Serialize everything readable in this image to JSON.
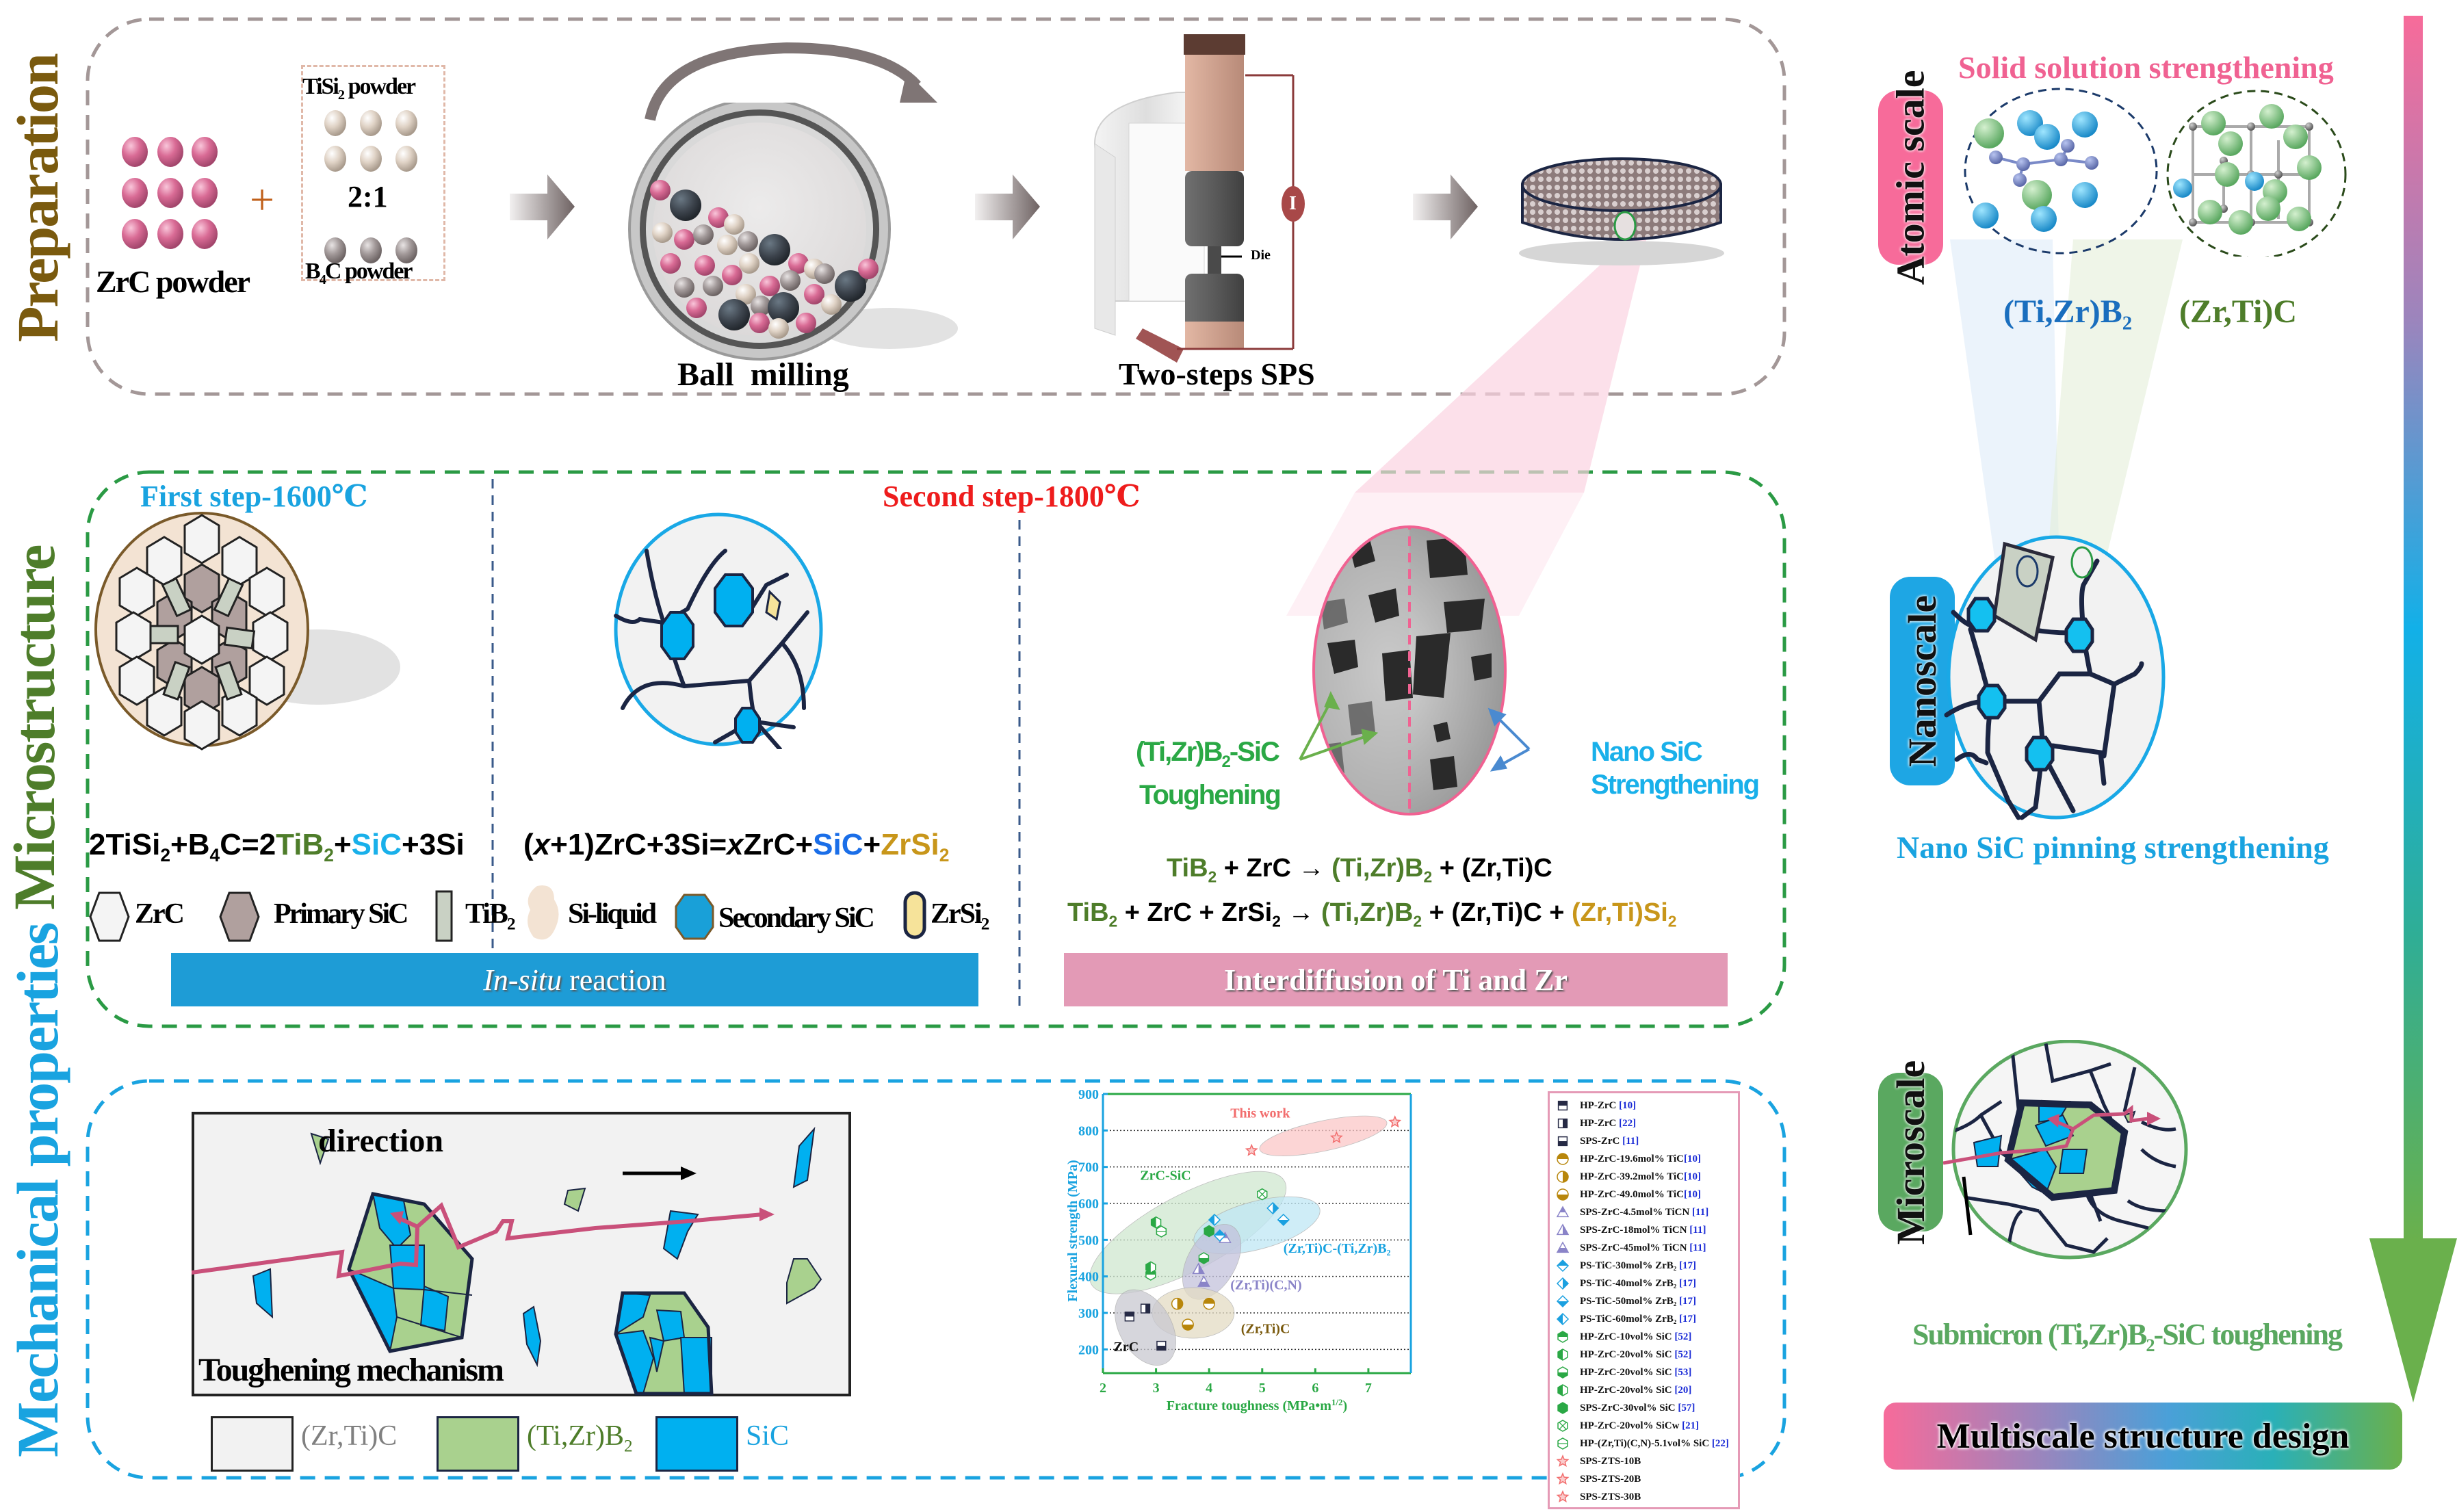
{
  "sections": {
    "preparation": "Preparation",
    "microstructure": "Microstructure",
    "mechanical": "Mechanical properties"
  },
  "colors": {
    "preparation_label": "#7a5a0e",
    "microstructure_label": "#4e7d2a",
    "mechanical_label": "#19a3e0",
    "pink": "#f06292",
    "cyan": "#1ab0e8",
    "green": "#4caf50",
    "sic_blue": "#00b0f0",
    "tib2_gray": "#c9d1c4",
    "zrc_white": "#f4f4f4",
    "primary_sic": "#b0a09e",
    "boride_green": "#a9d18e"
  },
  "preparation": {
    "zrc_label": "ZrC powder",
    "plus": "+",
    "tisi2_label": "TiSi",
    "tisi2_sub": "2",
    "tisi2_suffix": " powder",
    "ratio": "2:1",
    "b4c_label": "B",
    "b4c_sub": "4",
    "b4c_suffix": "C powder",
    "ball_milling": "Ball  milling",
    "die_label": "Die",
    "current_symbol": "I",
    "sps_label": "Two-steps SPS"
  },
  "microstructure": {
    "first_step": "First step-1600℃",
    "second_step": "Second step-1800℃",
    "eq1": {
      "a": "2TiSi",
      "a_sub": "2",
      "b": "+B",
      "b_sub": "4",
      "c": "C=2",
      "tib2": "TiB",
      "tib2_sub": "2",
      "plus1": "+",
      "sic": "SiC",
      "rest": "+3Si"
    },
    "eq2": {
      "a": "(",
      "x": "x",
      "b": "+1)ZrC+3Si=",
      "x2": "x",
      "c": "ZrC+",
      "sic": "SiC",
      "plus": "+",
      "zrsi2": "ZrSi",
      "zrsi2_sub": "2"
    },
    "legend": [
      {
        "icon": "hexagon-white-icon",
        "label": "ZrC"
      },
      {
        "icon": "hexagon-brown-icon",
        "label": "Primary SiC"
      },
      {
        "icon": "rectangle-gray-icon",
        "label": "TiB",
        "sub": "2"
      },
      {
        "icon": "blob-beige-icon",
        "label": "Si-liquid"
      },
      {
        "icon": "octagon-blue-icon",
        "label": "Secondary SiC"
      },
      {
        "icon": "capsule-yellow-icon",
        "label": "ZrSi",
        "sub": "2"
      }
    ],
    "in_situ_italic": "In-situ",
    "in_situ_rest": " reaction",
    "interdiffusion": "Interdiffusion of Ti and Zr",
    "sem_left_label_1": "(Ti,Zr)B",
    "sem_left_label_sub": "2",
    "sem_left_label_2": "-SiC",
    "sem_left_label_3": "Toughening",
    "sem_right_label_1": "Nano SiC",
    "sem_right_label_2": "Strengthening",
    "eq3": {
      "tib2": "TiB",
      "tib2_sub": "2",
      "mid": " + ZrC → ",
      "p1": "(Ti,Zr)B",
      "p1_sub": "2",
      "p2": " + (Zr,Ti)C"
    },
    "eq4": {
      "tib2": "TiB",
      "tib2_sub": "2",
      "mid": " + ZrC + ZrSi",
      "mid_sub": "2",
      "arrow": " → ",
      "p1": "(Ti,Zr)B",
      "p1_sub": "2",
      "p2": " + (Zr,Ti)C + ",
      "p3": "(Zr,Ti)Si",
      "p3_sub": "2"
    }
  },
  "mechanical": {
    "direction": "direction",
    "toughening_mechanism": "Toughening mechanism",
    "legend": [
      {
        "label": "(Zr,Ti)C",
        "color": "#808080"
      },
      {
        "label": "(Ti,Zr)B",
        "sub": "2",
        "color": "#4e7d2a"
      },
      {
        "label": "SiC",
        "color": "#19a3e0"
      }
    ]
  },
  "right_panel": {
    "solid_solution": "Solid solution strengthening",
    "atomic_scale": "Atomic scale",
    "tizrb2": "(Ti,Zr)B",
    "tizrb2_sub": "2",
    "zrtic": "(Zr,Ti)C",
    "nanoscale": "Nanoscale",
    "nano_pinning": "Nano SiC pinning strengthening",
    "microscale": "Microscale",
    "submicron_1": "Submicron (Ti,Zr)B",
    "submicron_sub": "2",
    "submicron_2": "-SiC toughening",
    "multiscale": "Multiscale structure design"
  },
  "chart_data": {
    "type": "scatter",
    "title": "",
    "xlabel": "Fracture toughness (MPa•m^1/2)",
    "xlabel_main": "Fracture toughness (MPa•m",
    "xlabel_sup": "1/2",
    "xlabel_close": ")",
    "ylabel": "Flexural strength (MPa)",
    "xlim": [
      2,
      7.8
    ],
    "ylim": [
      150,
      900
    ],
    "xticks": [
      2,
      3,
      4,
      5,
      6,
      7
    ],
    "yticks": [
      200,
      300,
      400,
      500,
      600,
      700,
      800,
      900
    ],
    "grid": "horizontal dotted",
    "legend_position": "right-outside",
    "groups": [
      {
        "name": "This work",
        "color": "#f26d6d",
        "center": [
          6.15,
          785
        ]
      },
      {
        "name": "ZrC-SiC",
        "color": "#2aa845",
        "center": [
          3.6,
          520
        ]
      },
      {
        "name": "(Zr,Ti)C-(Ti,Zr)B2",
        "color": "#1ab0e8",
        "center": [
          4.9,
          540
        ]
      },
      {
        "name": "(Zr,Ti)(C,N)",
        "color": "#8a84c8",
        "center": [
          4.05,
          440
        ]
      },
      {
        "name": "(Zr,Ti)C",
        "color": "#9a7a1e",
        "center": [
          3.7,
          300
        ]
      },
      {
        "name": "ZrC",
        "color": "#111111",
        "center": [
          2.8,
          260
        ]
      }
    ],
    "series": [
      {
        "name": "HP-ZrC",
        "ref": "[10]",
        "marker": "square-top",
        "color": "#262a45",
        "x": 2.5,
        "y": 290
      },
      {
        "name": "HP-ZrC",
        "ref": "[22]",
        "marker": "square-right",
        "color": "#262a45",
        "x": 2.8,
        "y": 312
      },
      {
        "name": "SPS-ZrC",
        "ref": "[11]",
        "marker": "square-bottom",
        "color": "#262a45",
        "x": 3.1,
        "y": 210
      },
      {
        "name": "HP-ZrC-19.6mol% TiC",
        "ref": "[10]",
        "marker": "circle-top",
        "color": "#b8860b",
        "x": 4.0,
        "y": 325
      },
      {
        "name": "HP-ZrC-39.2mol% TiC",
        "ref": "[10]",
        "marker": "circle-right",
        "color": "#b8860b",
        "x": 3.4,
        "y": 325
      },
      {
        "name": "HP-ZrC-49.0mol% TiC",
        "ref": "[10]",
        "marker": "circle-bottom",
        "color": "#b8860b",
        "x": 3.6,
        "y": 268
      },
      {
        "name": "SPS-ZrC-4.5mol% TiCN",
        "ref": "[11]",
        "marker": "triangle-top",
        "color": "#8a84c8",
        "x": 4.3,
        "y": 505
      },
      {
        "name": "SPS-ZrC-18mol% TiCN",
        "ref": "[11]",
        "marker": "triangle-right",
        "color": "#8a84c8",
        "x": 3.8,
        "y": 420
      },
      {
        "name": "SPS-ZrC-45mol% TiCN",
        "ref": "[11]",
        "marker": "triangle-bottom",
        "color": "#8a84c8",
        "x": 3.9,
        "y": 385
      },
      {
        "name": "PS-TiC-30mol% ZrB2",
        "ref": "[17]",
        "marker": "diamond-top",
        "color": "#1aa0e0",
        "x": 4.2,
        "y": 512
      },
      {
        "name": "PS-TiC-40mol% ZrB2",
        "ref": "[17]",
        "marker": "diamond-right",
        "color": "#1aa0e0",
        "x": 5.2,
        "y": 587
      },
      {
        "name": "PS-TiC-50mol% ZrB2",
        "ref": "[17]",
        "marker": "diamond-bottom",
        "color": "#1aa0e0",
        "x": 5.4,
        "y": 555
      },
      {
        "name": "PS-TiC-60mol% ZrB2",
        "ref": "[17]",
        "marker": "diamond-left",
        "color": "#1aa0e0",
        "x": 4.1,
        "y": 555
      },
      {
        "name": "HP-ZrC-10vol% SiC",
        "ref": "[52]",
        "marker": "hexagon-top",
        "color": "#2aa845",
        "x": 2.9,
        "y": 405
      },
      {
        "name": "HP-ZrC-20vol% SiC",
        "ref": "[52]",
        "marker": "hexagon-left",
        "color": "#2aa845",
        "x": 3.0,
        "y": 548
      },
      {
        "name": "HP-ZrC-20vol% SiC",
        "ref": "[53]",
        "marker": "hexagon-bottom",
        "color": "#2aa845",
        "x": 3.9,
        "y": 450
      },
      {
        "name": "HP-ZrC-20vol% SiC",
        "ref": "[20]",
        "marker": "hexagon-left",
        "color": "#2aa845",
        "x": 2.9,
        "y": 425
      },
      {
        "name": "SPS-ZrC-30vol% SiC",
        "ref": "[57]",
        "marker": "hexagon-full",
        "color": "#2aa845",
        "x": 4.0,
        "y": 524
      },
      {
        "name": "HP-ZrC-20vol% SiCw",
        "ref": "[21]",
        "marker": "hexagon-cross",
        "color": "#2aa845",
        "x": 5.0,
        "y": 625
      },
      {
        "name": "HP-(Zr,Ti)(C,N)-5.1vol% SiC",
        "ref": "[22]",
        "marker": "hexagon-line",
        "color": "#2aa845",
        "x": 3.1,
        "y": 523
      },
      {
        "name": "SPS-ZTS-10B",
        "ref": "",
        "marker": "star",
        "color": "#f26d6d",
        "x": 4.8,
        "y": 745
      },
      {
        "name": "SPS-ZTS-20B",
        "ref": "",
        "marker": "star",
        "color": "#f26d6d",
        "x": 6.4,
        "y": 780
      },
      {
        "name": "SPS-ZTS-30B",
        "ref": "",
        "marker": "star",
        "color": "#f26d6d",
        "x": 7.5,
        "y": 823
      }
    ],
    "legend": [
      {
        "text": "HP-ZrC ",
        "ref": "[10]"
      },
      {
        "text": "HP-ZrC ",
        "ref": "[22]"
      },
      {
        "text": "SPS-ZrC ",
        "ref": "[11]"
      },
      {
        "text": "HP-ZrC-19.6mol% TiC",
        "ref": "[10]"
      },
      {
        "text": "HP-ZrC-39.2mol% TiC",
        "ref": "[10]"
      },
      {
        "text": "HP-ZrC-49.0mol% TiC",
        "ref": "[10]"
      },
      {
        "text": "SPS-ZrC-4.5mol% TiCN ",
        "ref": "[11]"
      },
      {
        "text": "SPS-ZrC-18mol% TiCN ",
        "ref": "[11]"
      },
      {
        "text": "SPS-ZrC-45mol% TiCN ",
        "ref": "[11]"
      },
      {
        "text": "PS-TiC-30mol% ZrB₂ ",
        "ref": "[17]"
      },
      {
        "text": "PS-TiC-40mol% ZrB₂ ",
        "ref": "[17]"
      },
      {
        "text": "PS-TiC-50mol% ZrB₂ ",
        "ref": "[17]"
      },
      {
        "text": "PS-TiC-60mol% ZrB₂ ",
        "ref": "[17]"
      },
      {
        "text": "HP-ZrC-10vol% SiC ",
        "ref": "[52]"
      },
      {
        "text": "HP-ZrC-20vol% SiC ",
        "ref": "[52]"
      },
      {
        "text": "HP-ZrC-20vol% SiC ",
        "ref": "[53]"
      },
      {
        "text": "HP-ZrC-20vol% SiC ",
        "ref": "[20]"
      },
      {
        "text": "SPS-ZrC-30vol% SiC ",
        "ref": "[57]"
      },
      {
        "text": "HP-ZrC-20vol% SiCw ",
        "ref": "[21]"
      },
      {
        "text": "HP-(Zr,Ti)(C,N)-5.1vol% SiC ",
        "ref": "[22]"
      },
      {
        "text": "SPS-ZTS-10B",
        "ref": ""
      },
      {
        "text": "SPS-ZTS-20B",
        "ref": ""
      },
      {
        "text": "SPS-ZTS-30B",
        "ref": ""
      }
    ]
  }
}
